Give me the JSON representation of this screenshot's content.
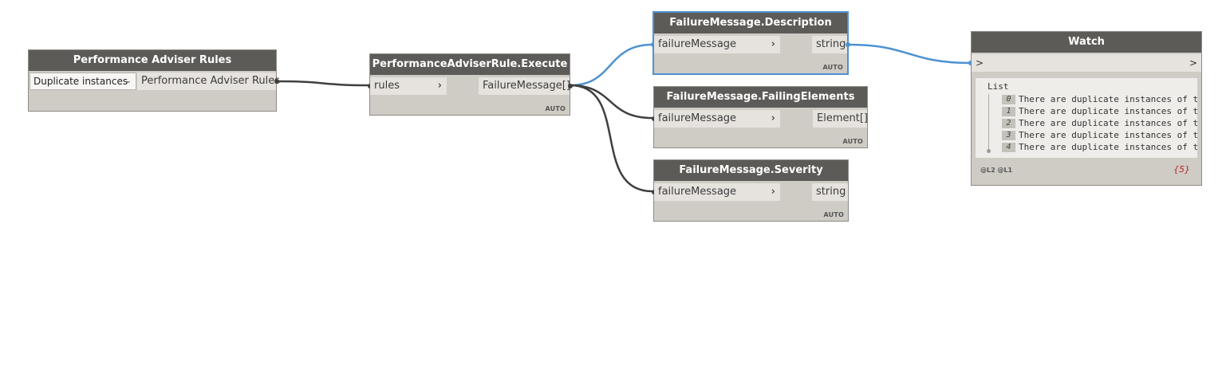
{
  "nodes": {
    "adviser_rules": {
      "title": "Performance Adviser Rules",
      "dropdown_value": "Duplicate instances",
      "output_label": "Performance Adviser Rules"
    },
    "execute": {
      "title": "PerformanceAdviserRule.Execute",
      "input_label": "rules",
      "output_label": "FailureMessage[]",
      "lacing": "AUTO"
    },
    "description": {
      "title": "FailureMessage.Description",
      "input_label": "failureMessage",
      "output_label": "string",
      "lacing": "AUTO"
    },
    "failing_elements": {
      "title": "FailureMessage.FailingElements",
      "input_label": "failureMessage",
      "output_label": "Element[]",
      "lacing": "AUTO"
    },
    "severity": {
      "title": "FailureMessage.Severity",
      "input_label": "failureMessage",
      "output_label": "string",
      "lacing": "AUTO"
    },
    "watch": {
      "title": "Watch",
      "input_glyph": ">",
      "output_glyph": ">",
      "list_header": "List",
      "items": [
        {
          "index": "0",
          "text": "There are duplicate instances of t"
        },
        {
          "index": "1",
          "text": "There are duplicate instances of t"
        },
        {
          "index": "2",
          "text": "There are duplicate instances of t"
        },
        {
          "index": "3",
          "text": "There are duplicate instances of t"
        },
        {
          "index": "4",
          "text": "There are duplicate instances of t"
        }
      ],
      "levels": "@L2 @L1",
      "count": "{5}"
    }
  },
  "colors": {
    "node_header": "#5c5b58",
    "node_body": "#cfcbc5",
    "port_bg": "#e6e3df",
    "selected_wire": "#4d92d1",
    "wire": "#3f3f3f",
    "count_color": "#b3292c"
  },
  "icons": {
    "port_arrow": "chevron-right-icon",
    "dropdown": "chevron-down-icon"
  }
}
